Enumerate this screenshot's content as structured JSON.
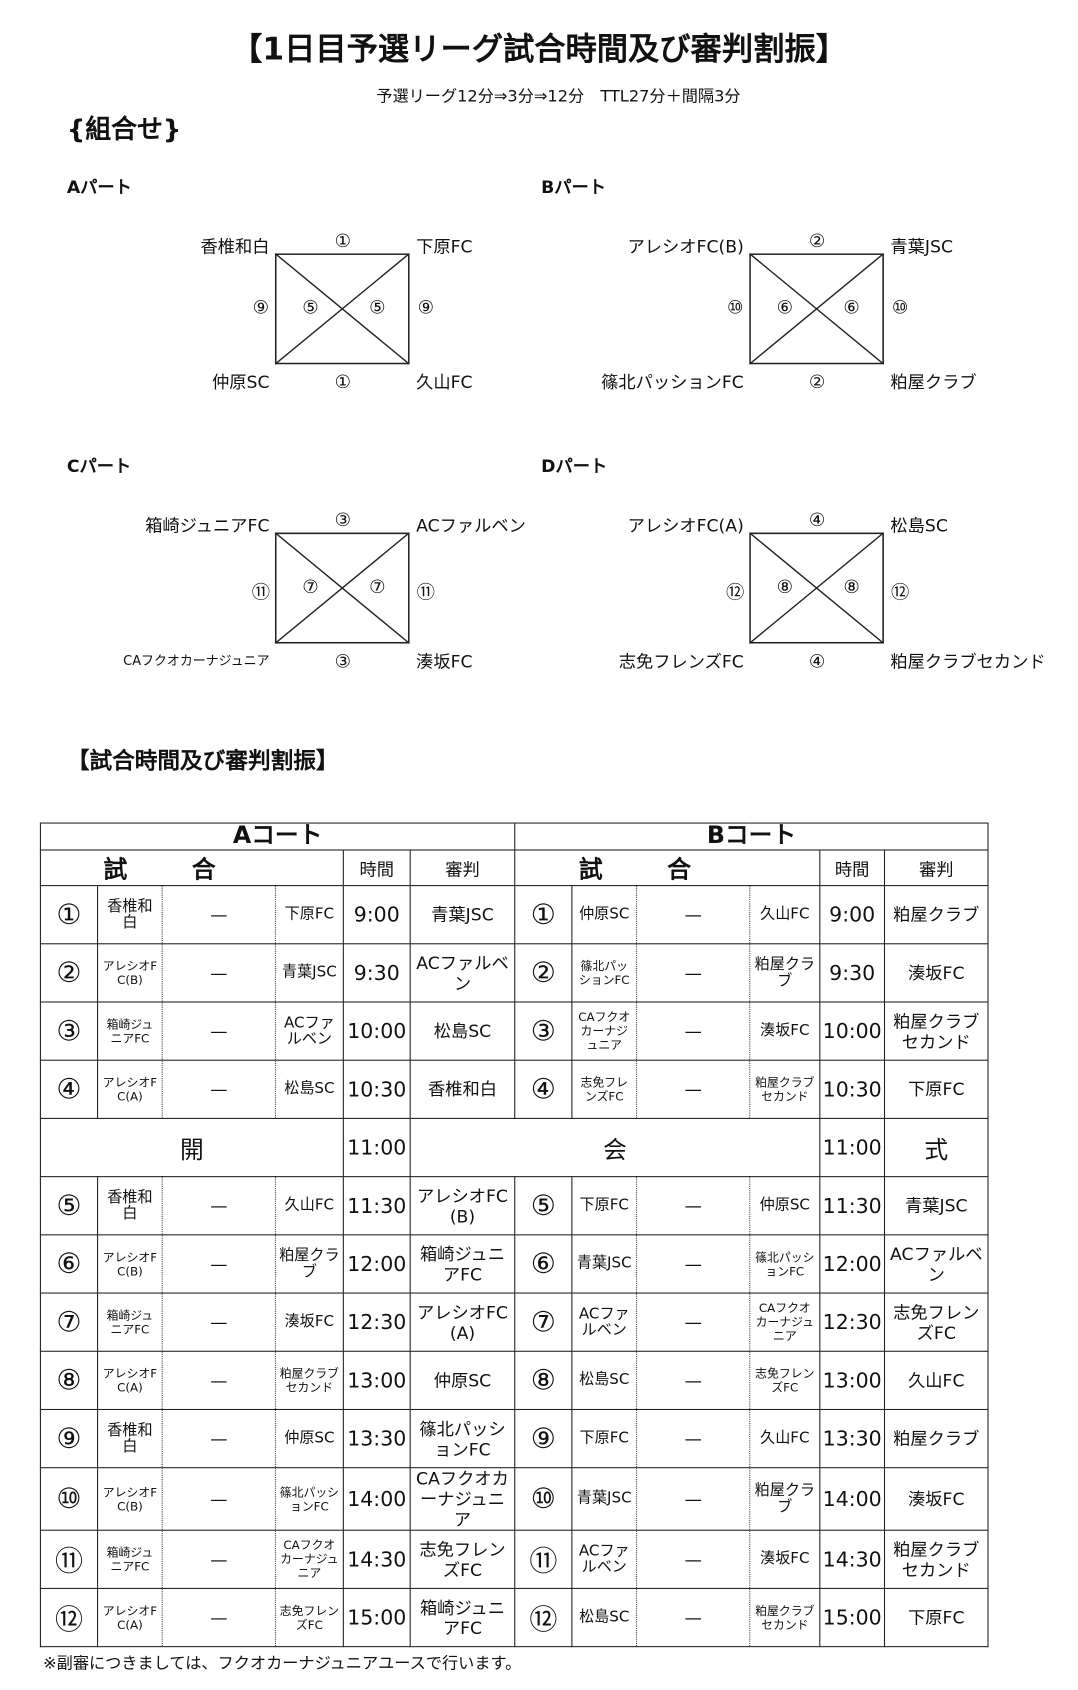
{
  "title": "【1日目予選リーグ試合時間及び審判割振】",
  "subtitle": "予選リーグ12分⇒3分⇒12分　TTL27分＋間隔3分",
  "combo_heading": "{組合せ}",
  "parts": [
    {
      "label": "Aパート",
      "tl": "香椎和白",
      "tr": "下原FC",
      "bl": "仲原SC",
      "br": "久山FC",
      "top": "①",
      "bottom": "①",
      "side": "⑨",
      "diag": "⑤"
    },
    {
      "label": "Bパート",
      "tl": "アレシオFC(B)",
      "tr": "青葉JSC",
      "bl": "篠北パッションFC",
      "br": "粕屋クラブ",
      "top": "②",
      "bottom": "②",
      "side": "⑩",
      "diag": "⑥"
    },
    {
      "label": "Cパート",
      "tl": "箱崎ジュニアFC",
      "tr": "ACファルベン",
      "bl": "CAフクオカーナジュニア",
      "br": "湊坂FC",
      "top": "③",
      "bottom": "③",
      "side": "⑪",
      "diag": "⑦"
    },
    {
      "label": "Dパート",
      "tl": "アレシオFC(A)",
      "tr": "松島SC",
      "bl": "志免フレンズFC",
      "br": "粕屋クラブセカンド",
      "top": "④",
      "bottom": "④",
      "side": "⑫",
      "diag": "⑧"
    }
  ],
  "schedule_heading": "【試合時間及び審判割振】",
  "table": {
    "court_a": "Aコート",
    "court_b": "Bコート",
    "match": "試合",
    "time": "時間",
    "referee": "審判",
    "dash": "—",
    "opening": {
      "a": "開",
      "time_a": "11:00",
      "b": "会",
      "time_b": "11:00",
      "c": "式"
    },
    "rows": [
      {
        "no": "①",
        "a1": "香椎和白",
        "a2": "下原FC",
        "at": "9:00",
        "ar": "青葉JSC",
        "b1": "仲原SC",
        "b2": "久山FC",
        "bt": "9:00",
        "br": "粕屋クラブ"
      },
      {
        "no": "②",
        "a1": "アレシオFC(B)",
        "a2": "青葉JSC",
        "at": "9:30",
        "ar": "ACファルベン",
        "b1": "篠北パッションFC",
        "b2": "粕屋クラブ",
        "bt": "9:30",
        "br": "湊坂FC"
      },
      {
        "no": "③",
        "a1": "箱崎ジュニアFC",
        "a2": "ACファルベン",
        "at": "10:00",
        "ar": "松島SC",
        "b1": "CAフクオカーナジュニア",
        "b2": "湊坂FC",
        "bt": "10:00",
        "br": "粕屋クラブセカンド"
      },
      {
        "no": "④",
        "a1": "アレシオFC(A)",
        "a2": "松島SC",
        "at": "10:30",
        "ar": "香椎和白",
        "b1": "志免フレンズFC",
        "b2": "粕屋クラブセカンド",
        "bt": "10:30",
        "br": "下原FC"
      },
      {
        "no": "⑤",
        "a1": "香椎和白",
        "a2": "久山FC",
        "at": "11:30",
        "ar": "アレシオFC(B)",
        "b1": "下原FC",
        "b2": "仲原SC",
        "bt": "11:30",
        "br": "青葉JSC"
      },
      {
        "no": "⑥",
        "a1": "アレシオFC(B)",
        "a2": "粕屋クラブ",
        "at": "12:00",
        "ar": "箱崎ジュニアFC",
        "b1": "青葉JSC",
        "b2": "篠北パッションFC",
        "bt": "12:00",
        "br": "ACファルベン"
      },
      {
        "no": "⑦",
        "a1": "箱崎ジュニアFC",
        "a2": "湊坂FC",
        "at": "12:30",
        "ar": "アレシオFC(A)",
        "b1": "ACファルベン",
        "b2": "CAフクオカーナジュニア",
        "bt": "12:30",
        "br": "志免フレンズFC"
      },
      {
        "no": "⑧",
        "a1": "アレシオFC(A)",
        "a2": "粕屋クラブセカンド",
        "at": "13:00",
        "ar": "仲原SC",
        "b1": "松島SC",
        "b2": "志免フレンズFC",
        "bt": "13:00",
        "br": "久山FC"
      },
      {
        "no": "⑨",
        "a1": "香椎和白",
        "a2": "仲原SC",
        "at": "13:30",
        "ar": "篠北パッションFC",
        "b1": "下原FC",
        "b2": "久山FC",
        "bt": "13:30",
        "br": "粕屋クラブ"
      },
      {
        "no": "⑩",
        "a1": "アレシオFC(B)",
        "a2": "篠北パッションFC",
        "at": "14:00",
        "ar": "CAフクオカーナジュニア",
        "b1": "青葉JSC",
        "b2": "粕屋クラブ",
        "bt": "14:00",
        "br": "湊坂FC"
      },
      {
        "no": "⑪",
        "a1": "箱崎ジュニアFC",
        "a2": "CAフクオカーナジュニア",
        "at": "14:30",
        "ar": "志免フレンズFC",
        "b1": "ACファルベン",
        "b2": "湊坂FC",
        "bt": "14:30",
        "br": "粕屋クラブセカンド"
      },
      {
        "no": "⑫",
        "a1": "アレシオFC(A)",
        "a2": "志免フレンズFC",
        "at": "15:00",
        "ar": "箱崎ジュニアFC",
        "b1": "松島SC",
        "b2": "粕屋クラブセカンド",
        "bt": "15:00",
        "br": "下原FC"
      }
    ]
  },
  "footnote": "※副審につきましては、フクオカーナジュニアユースで行います。"
}
